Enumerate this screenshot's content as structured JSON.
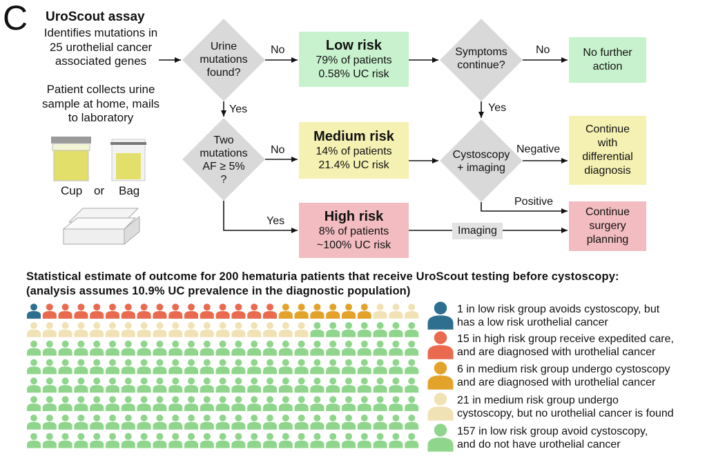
{
  "panel_letter": "C",
  "assay": {
    "title": "UroScout assay",
    "desc_lines": [
      "Identifies mutations in",
      "25 urothelial cancer",
      "associated genes"
    ],
    "collect_lines": [
      "Patient collects urine",
      "sample at home, mails",
      "to laboratory"
    ],
    "cup_label": "Cup",
    "or_label": "or",
    "bag_label": "Bag"
  },
  "flow": {
    "decision1_lines": [
      "Urine",
      "mutations",
      "found?"
    ],
    "decision2_lines": [
      "Two",
      "mutations",
      "AF ≥ 5%",
      "?"
    ],
    "decision3_lines": [
      "Symptoms",
      "continue?"
    ],
    "decision4_lines": [
      "Cystoscopy",
      "+ imaging"
    ],
    "low": {
      "title": "Low risk",
      "line1": "79% of patients",
      "line2": "0.58% UC risk",
      "color": "#c8f2cd"
    },
    "medium": {
      "title": "Medium risk",
      "line1": "14% of patients",
      "line2": "21.4% UC risk",
      "color": "#f5f1b2"
    },
    "high": {
      "title": "High risk",
      "line1": "8% of patients",
      "line2": "~100% UC risk",
      "color": "#f2bcc0"
    },
    "no_further_lines": [
      "No further",
      "action"
    ],
    "continue_diff_lines": [
      "Continue",
      "with",
      "differential",
      "diagnosis"
    ],
    "continue_surgery_lines": [
      "Continue",
      "surgery",
      "planning"
    ],
    "no": "No",
    "yes": "Yes",
    "negative": "Negative",
    "positive": "Positive",
    "imaging": "Imaging"
  },
  "stats": {
    "line1": "Statistical estimate of outcome for 200 hematuria patients that receive UroScout testing before cystoscopy:",
    "line2": "(analysis assumes 10.9% UC prevalence in the diagnostic population)"
  },
  "chart_data": {
    "type": "pictogram",
    "total": 200,
    "columns": 25,
    "rows": 8,
    "categories": [
      {
        "count": 1,
        "color": "#2e6e8e",
        "lines": [
          "1 in low risk group avoids cystoscopy, but",
          "has a low risk urothelial cancer"
        ]
      },
      {
        "count": 15,
        "color": "#ea6a4f",
        "lines": [
          "15 in high risk group receive expedited care,",
          "and are diagnosed with urothelial cancer"
        ]
      },
      {
        "count": 6,
        "color": "#e3a32a",
        "lines": [
          "6 in medium risk group undergo cystoscopy",
          "and are diagnosed with urothelial cancer"
        ]
      },
      {
        "count": 21,
        "color": "#f1e2b6",
        "lines": [
          "21 in medium risk group undergo",
          "cystoscopy, but no urothelial cancer is found"
        ]
      },
      {
        "count": 157,
        "color": "#8fd68c",
        "lines": [
          "157 in low risk group avoid cystoscopy,",
          "and do not have urothelial cancer"
        ]
      }
    ]
  }
}
